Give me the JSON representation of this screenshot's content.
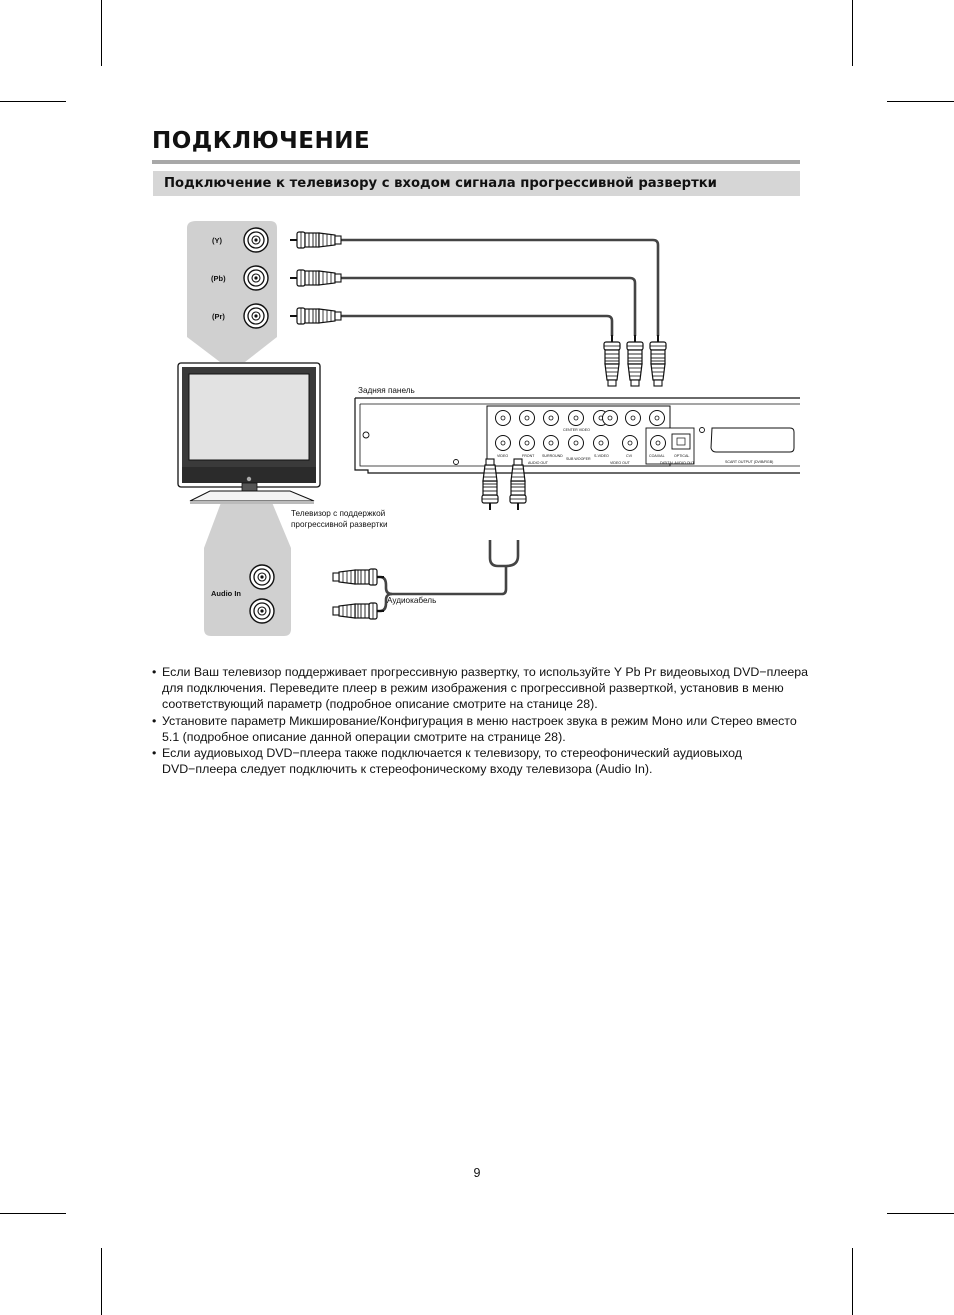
{
  "page": {
    "title": "ПОДКЛЮЧЕНИЕ",
    "section_heading": "Подключение к телевизору с входом сигнала прогрессивной развертки",
    "page_number": "9"
  },
  "diagram": {
    "tv_video_inputs": [
      "(Y)",
      "(Pb)",
      "(Pr)"
    ],
    "tv_audio_input_label": "Audio In",
    "tv_caption_line1": "Телевизор с поддержкой",
    "tv_caption_line2": "прогрессивной развертки",
    "rear_panel_label": "Задняя панель",
    "audio_cable_label": "Аудиокабель",
    "panel_labels": {
      "video": "VIDEO",
      "front": "FRONT",
      "surround": "SURROUND",
      "sub_woofer": "SUB WOOFER",
      "audio_out": "AUDIO OUT",
      "center_video": "CENTER VIDEO",
      "s_video": "S-VIDEO",
      "cvi": "CVI",
      "video_out": "VIDEO OUT",
      "coaxial": "COAXIAL",
      "optical": "OPTICAL",
      "digital_audio_out": "DIGITAL AUDIO OUT",
      "scart_output": "SCART OUTPUT (DVIB/RGB)"
    },
    "colors": {
      "header_bar": "#d6d6d6",
      "title_rule": "#a8a8a8",
      "callout": "#d0d0d0"
    }
  },
  "notes": [
    "Если Ваш телевизор поддерживает прогрессивную развертку, то используйте Y Pb Pr видеовыход DVD−плеера для подключения. Переведите плеер в режим изображения с прогрессивной разверткой, установив в меню соответствующий параметр (подробное описание смотрите на станице 28).",
    "Установите параметр Микширование/Конфигурация в меню настроек звука в режим Моно или Стерео вместо 5.1 (подробное описание данной операции смотрите на странице 28).",
    "Если аудиовыход DVD−плеера также подключается к телевизору, то стереофонический аудиовыход DVD−плеера следует подключить к стереофоническому входу телевизора (Audio In)."
  ]
}
